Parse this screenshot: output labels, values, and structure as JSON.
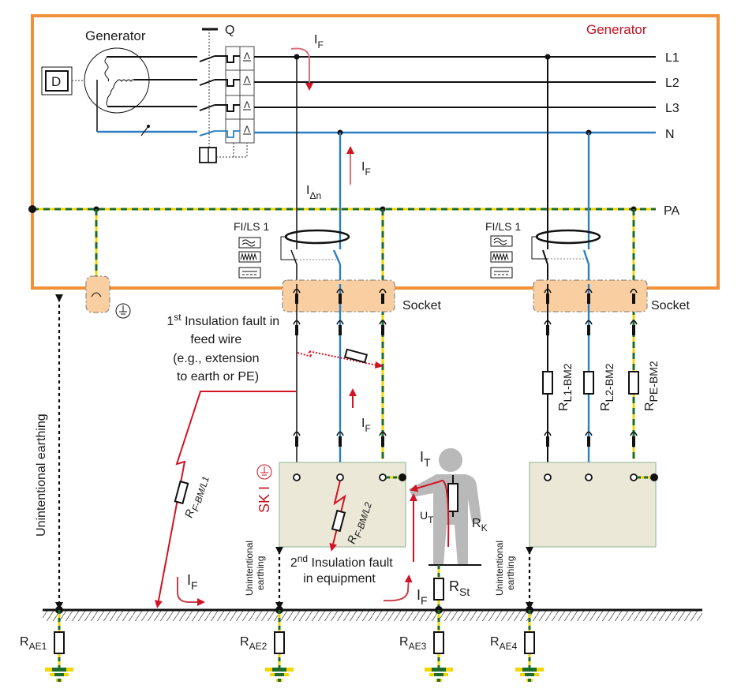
{
  "title": "Generator",
  "frame_title": "Generator",
  "labels": {
    "generator": "Generator",
    "drive": "D",
    "switch_q": "Q",
    "conductors": [
      "L1",
      "L2",
      "L3",
      "N"
    ],
    "pa": "PA",
    "rcd_left": "FI/LS 1",
    "rcd_right": "FI/LS 1",
    "socket_left": "Socket",
    "socket_right": "Socket",
    "i_f": "I",
    "i_f_sub": "F",
    "i_delta": "I",
    "i_delta_sub": "Δn",
    "fault1_lines": [
      "1st Insulation fault in",
      "feed wire",
      "(e.g., extension",
      "to earth or PE)"
    ],
    "fault1_sup": "st",
    "fault1_first_rest": " Insulation fault in",
    "fault2_lines": [
      "2nd Insulation fault",
      "in equipment"
    ],
    "fault2_sup": "nd",
    "fault2_first_rest": " Insulation fault",
    "sk1": "SK I",
    "unintentional_earthing": "Unintentional earthing",
    "unintentional_small": [
      "Unintentional",
      "earthing"
    ],
    "r_l1_bm2": {
      "main": "R",
      "sub": "L1-BM2"
    },
    "r_l2_bm2": {
      "main": "R",
      "sub": "L2-BM2"
    },
    "r_pe_bm2": {
      "main": "R",
      "sub": "PE-BM2"
    },
    "r_f_bm_l1": {
      "main": "R",
      "sub": "F-BM/L1"
    },
    "r_f_bm_l2": {
      "main": "R",
      "sub": "F-BM/L2"
    },
    "i_t": {
      "main": "I",
      "sub": "T"
    },
    "u_t": {
      "main": "U",
      "sub": "T"
    },
    "r_k": {
      "main": "R",
      "sub": "K"
    },
    "r_st": {
      "main": "R",
      "sub": "St"
    },
    "r_ae": [
      {
        "main": "R",
        "sub": "AE1"
      },
      {
        "main": "R",
        "sub": "AE2"
      },
      {
        "main": "R",
        "sub": "AE3"
      },
      {
        "main": "R",
        "sub": "AE4"
      }
    ]
  },
  "colors": {
    "frame": "#f0913a",
    "neutral": "#2b7fc2",
    "pe_yellow": "#f2d600",
    "pe_green": "#1d6b2b",
    "fault_current": "#d21324",
    "socket_fill": "#f9cfa1",
    "equipment_fill": "#ebe8d8",
    "person": "#b9b9b9"
  }
}
